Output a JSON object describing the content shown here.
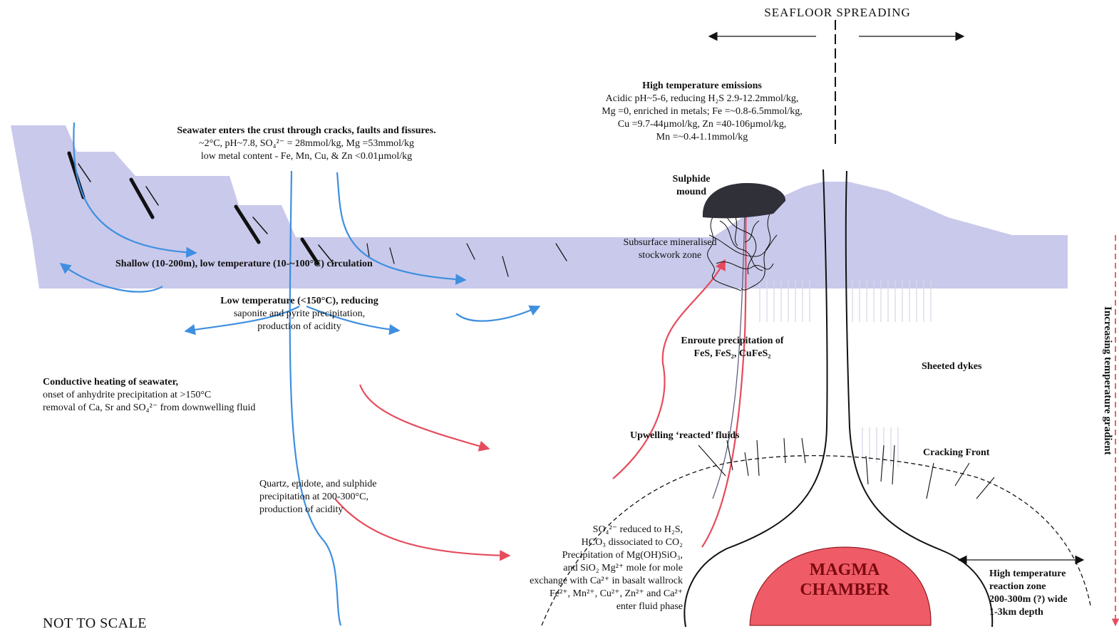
{
  "title": "SEAFLOOR SPREADING",
  "footer_note": "NOT TO SCALE",
  "labels": {
    "high_temp_emissions": {
      "heading": "High temperature emissions",
      "lines": [
        "Acidic pH~5-6, reducing H₂S 2.9-12.2mmol/kg,",
        "Mg =0, enriched in metals; Fe =~0.8-6.5mmol/kg,",
        "Cu =9.7-44µmol/kg, Zn =40-106µmol/kg,",
        "Mn =~0.4-1.1mmol/kg"
      ]
    },
    "seawater_entry": {
      "heading": "Seawater enters the crust through cracks, faults and fissures.",
      "lines": [
        "~2°C, pH~7.8, SO₄²⁻ = 28mmol/kg, Mg =53mmol/kg",
        "low metal content - Fe, Mn, Cu, & Zn <0.01µmol/kg"
      ]
    },
    "sulphide_mound": [
      "Sulphide",
      "mound"
    ],
    "stockwork": [
      "Subsurface mineralised",
      "stockwork zone"
    ],
    "shallow_circulation": "Shallow (10-200m), low temperature (10-~100°C) circulation",
    "low_temp_reducing": {
      "heading": "Low temperature (<150°C), reducing",
      "lines": [
        "saponite and pyrite precipitation,",
        "production of acidity"
      ]
    },
    "enroute_precip": [
      "Enroute precipitation of",
      "FeS, FeS₂, CuFeS₂"
    ],
    "sheeted_dykes": "Sheeted dykes",
    "conductive_heating": {
      "heading": "Conductive heating of seawater,",
      "lines": [
        "onset of anhydrite precipitation at >150°C",
        "removal of Ca, Sr and SO₄²⁻ from downwelling fluid"
      ]
    },
    "upwelling": "Upwelling ‘reacted’ fluids",
    "cracking_front": "Cracking Front",
    "quartz_epidote": [
      "Quartz, epidote, and sulphide",
      "precipitation at 200-300°C,",
      "production of acidity"
    ],
    "reactions": [
      "SO₄²⁻ reduced to H₂S,",
      "HCO₃ dissociated to CO₂",
      "Precipitation of Mg(OH)SiO₃,",
      "and SiO₂ Mg²⁺ mole for mole",
      "exchange with Ca²⁺ in basalt wallrock",
      "Fe²⁺, Mn²⁺, Cu²⁺, Zn²⁺ and Ca²⁺",
      "enter fluid phase"
    ],
    "magma_chamber": [
      "MAGMA",
      "CHAMBER"
    ],
    "reaction_zone": [
      "High temperature",
      "reaction zone",
      "200-300m (?) wide",
      "1-3km depth"
    ],
    "temperature_gradient": "Increasing temperature gradient"
  },
  "colors": {
    "crust": "#c9c9eb",
    "seawater_arrow": "#3f8fe0",
    "hot_fluid_arrow": "#e64b5c",
    "magma": "#ef5b66",
    "mound": "#2f3038",
    "gradient_line": "#e0302f"
  }
}
